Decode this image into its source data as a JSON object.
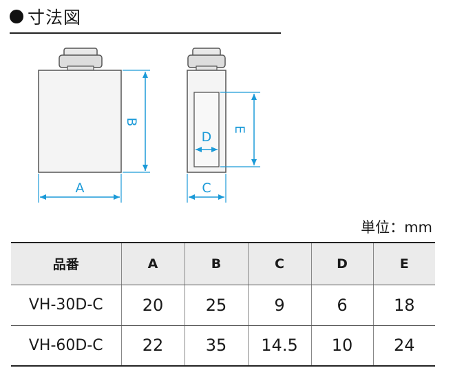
{
  "header": {
    "title": "●寸法図"
  },
  "unit_label": "単位：mm",
  "dimension_labels": {
    "a": "A",
    "b": "B",
    "c": "C",
    "d": "D",
    "e": "E"
  },
  "colors": {
    "dimension": "#1b9ad8",
    "body_fill": "#f4f4f4",
    "outline": "#555555",
    "header_bg": "#ebebeb"
  },
  "table": {
    "headers": [
      "品番",
      "A",
      "B",
      "C",
      "D",
      "E"
    ],
    "rows": [
      [
        "VH-30D-C",
        "20",
        "25",
        "9",
        "6",
        "18"
      ],
      [
        "VH-60D-C",
        "22",
        "35",
        "14.5",
        "10",
        "24"
      ]
    ]
  }
}
